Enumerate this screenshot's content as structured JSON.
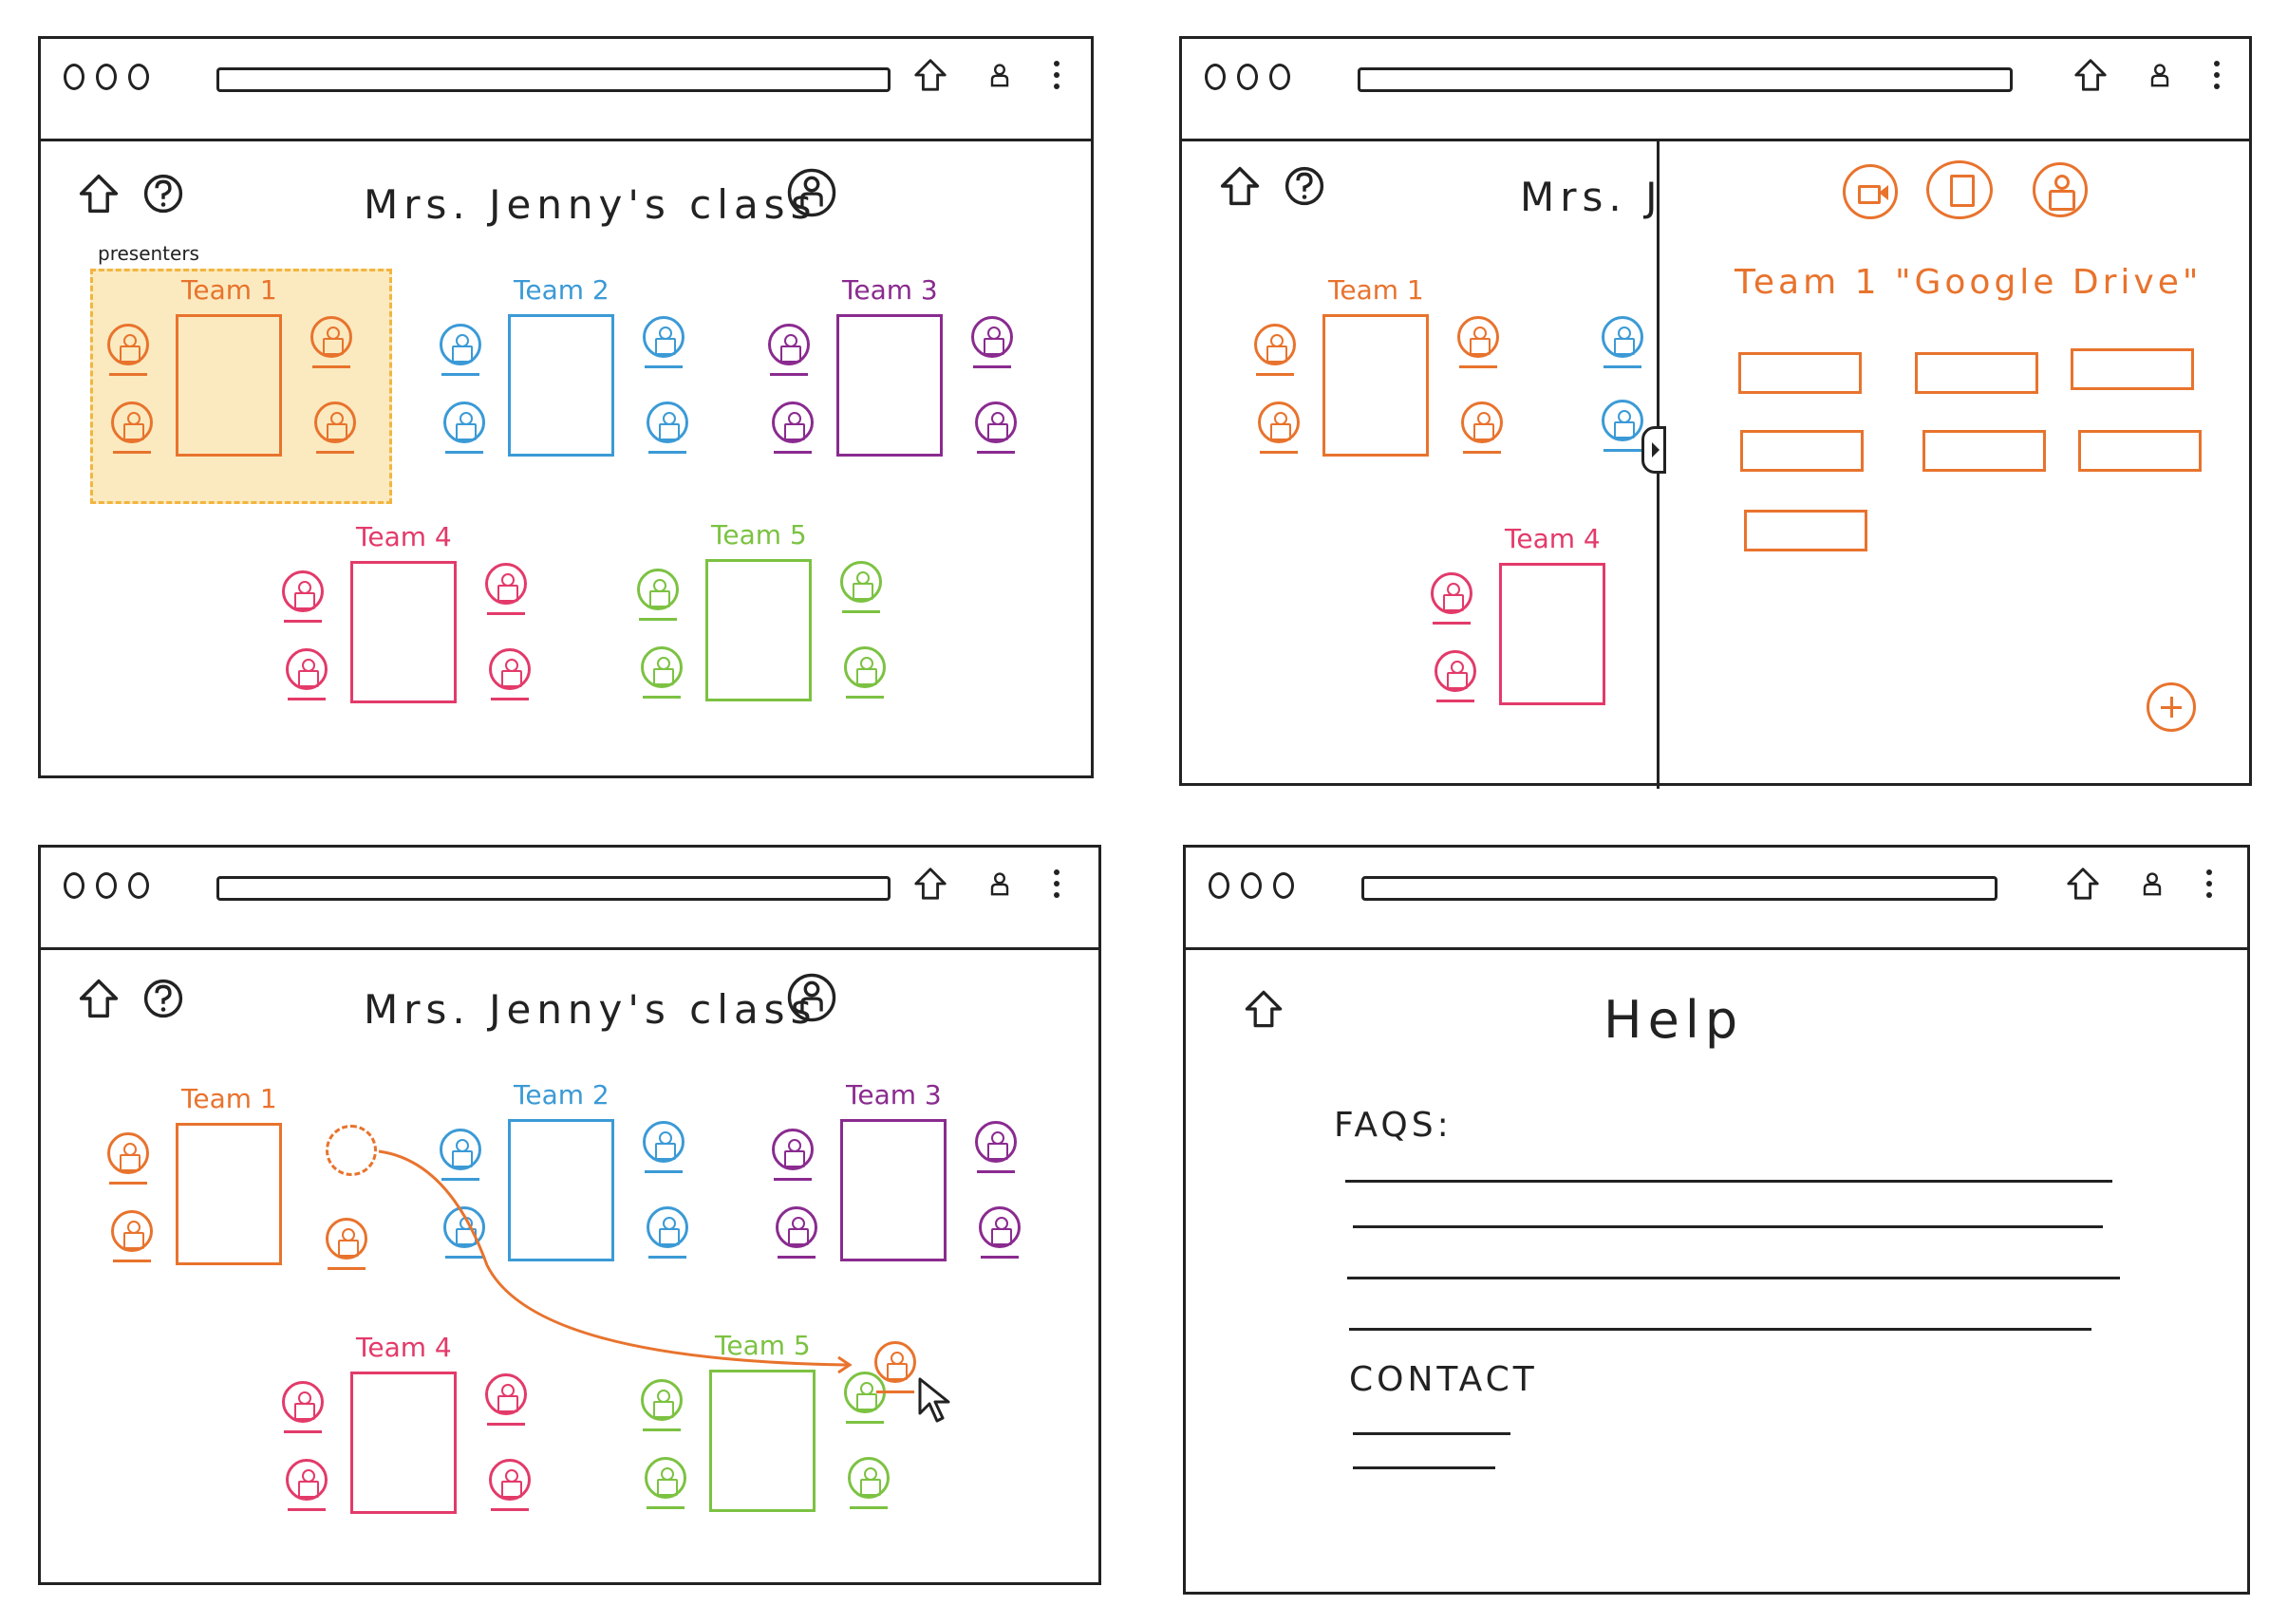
{
  "colors": {
    "team1": "#e8732d",
    "team2": "#3b9ad6",
    "team3": "#8a2b8f",
    "team4": "#e33a6a",
    "team5": "#7cc242",
    "ink": "#222222",
    "highlight": "#fbeac0"
  },
  "icons": [
    "home-icon",
    "help-icon",
    "user-icon",
    "menu-dots-icon",
    "video-icon",
    "document-icon",
    "add-icon",
    "cursor-icon",
    "collapse-arrow-icon"
  ],
  "panel1": {
    "title": "Mrs. Jenny's class",
    "presenters_label": "presenters",
    "teams": [
      "Team 1",
      "Team 2",
      "Team 3",
      "Team 4",
      "Team 5"
    ]
  },
  "panel2": {
    "title": "Mrs. J",
    "teams": [
      "Team 1",
      "Team 4"
    ],
    "drive_title": "Team 1 \"Google Drive\""
  },
  "panel3": {
    "title": "Mrs. Jenny's class",
    "teams": [
      "Team 1",
      "Team 2",
      "Team 3",
      "Team 4",
      "Team 5"
    ]
  },
  "panel4": {
    "title": "Help",
    "faqs_label": "FAQS:",
    "contact_label": "CONTACT"
  }
}
